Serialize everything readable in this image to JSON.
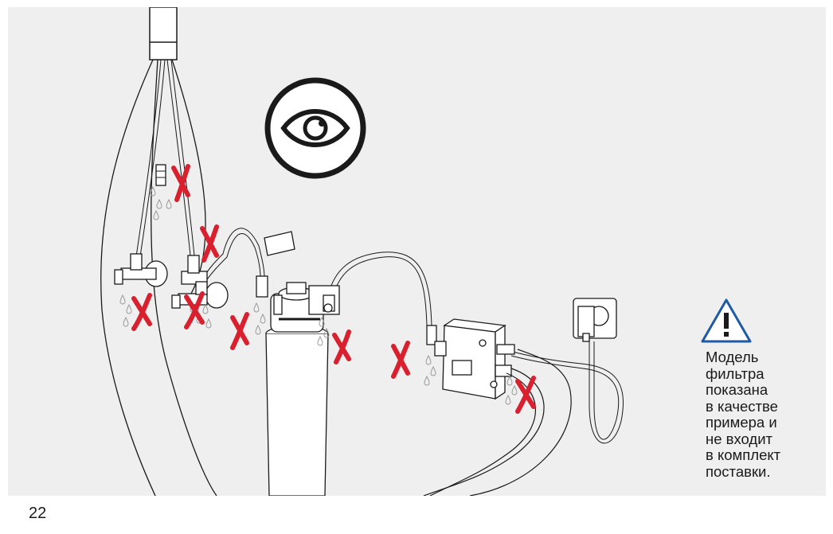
{
  "page": {
    "number": "22"
  },
  "icons": {
    "inspect": "eye-icon",
    "warning": "warning-triangle-icon",
    "mark": "red-cross-icon"
  },
  "colors": {
    "background": "#efefef",
    "line": "#1a1a1a",
    "cross": "#d9202f",
    "warning": "#1f5aa6",
    "drops": "#9a9a9a"
  },
  "note": {
    "lines": [
      "Модель",
      "фильтра",
      "показана",
      "в качестве",
      "примера и",
      "не входит",
      "в комплект",
      "поставки."
    ]
  }
}
